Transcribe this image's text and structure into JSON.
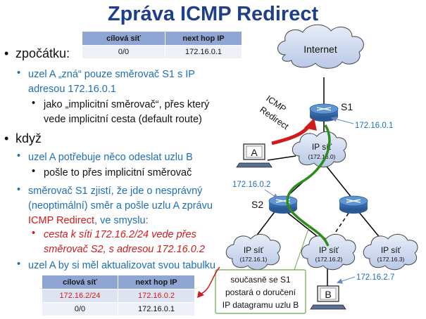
{
  "title": "Zpráva ICMP Redirect",
  "table1": {
    "headers": [
      "cílová síť",
      "next hop IP"
    ],
    "rows": [
      [
        "0/0",
        "172.16.0.1"
      ]
    ]
  },
  "table2": {
    "headers": [
      "cílová síť",
      "next hop IP"
    ],
    "rows": [
      [
        "172.16.2/24",
        "172.16.0.2"
      ],
      [
        "0/0",
        "172.16.0.1"
      ]
    ]
  },
  "bullets": {
    "b1": "zpočátku:",
    "b1_1": "uzel A „zná“ pouze směrovač  S1 s IP adresou 172.16.0.1",
    "b1_1_1": "jako „implicitní směrovač“, přes který vede implicitní cesta (default route)",
    "b2": "když",
    "b2_1": "uzel A potřebuje něco odeslat uzlu B",
    "b2_1_1": "pošle to přes implicitní směrovač",
    "b2_2a": "směrovač S1 zjistí, že jde o nesprávný (neoptimální) směr a pošle uzlu A zprávu ",
    "b2_2b": "ICMP Redirect",
    "b2_2c": ", ve smyslu:",
    "b2_2_1": "cesta k síti 172.16.2/24 vede přes směrovač S2, s adresou 172.16.0.2",
    "b2_3": "uzel A by si měl aktualizovat svou tabulku"
  },
  "diagram": {
    "internet": "Internet",
    "s1": "S1",
    "s2": "S2",
    "icmp1": "ICMP",
    "icmp2": "Redirect",
    "ip_s1": "172.16.0.1",
    "ip_s2": "172.16.0.2",
    "ip_b": "172.16.2.7",
    "node_a": "A",
    "node_b": "B",
    "net_center_name": "IP síť",
    "net_center_addr": "(172.16.0)",
    "net1_name": "IP síť",
    "net1_addr": "(172.16.1)",
    "net2_name": "IP síť",
    "net2_addr": "(172.16.2)",
    "net3_name": "IP síť",
    "net3_addr": "(172.16.3)",
    "note1": "současně se S1",
    "note2": "postará o doručení",
    "note3": "IP datagramu uzlu B"
  },
  "colors": {
    "title": "#1f3f8a",
    "accent_blue": "#1e6fb8",
    "red": "#d11a1a",
    "green_path": "#2e8b1e",
    "table_header": "#8fa6d4"
  }
}
